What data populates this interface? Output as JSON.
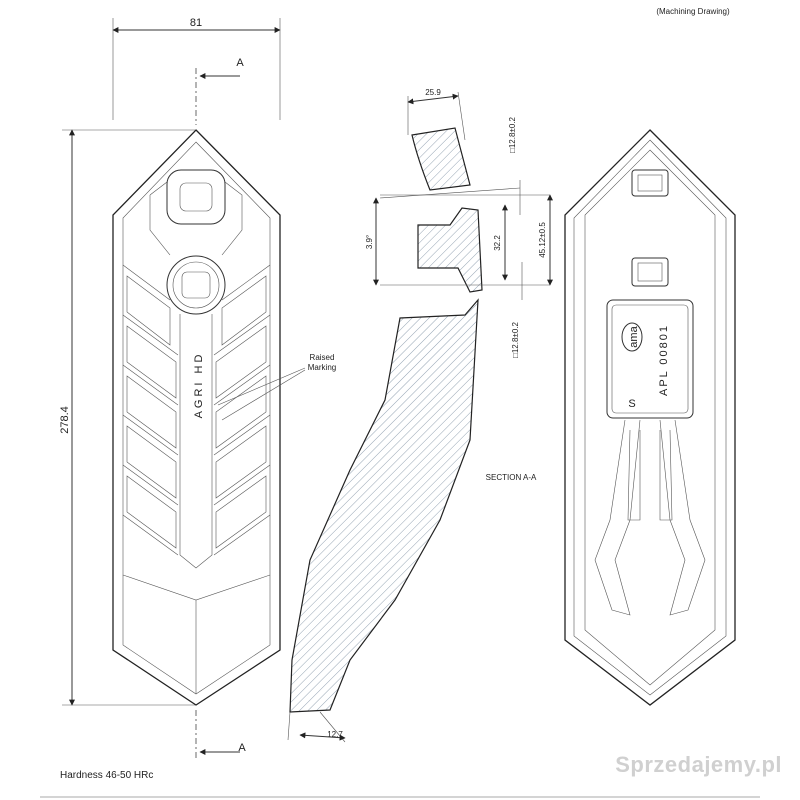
{
  "title_note": "(Machining Drawing)",
  "front_view": {
    "width_dim": "81",
    "height_dim": "278.4",
    "section_top": "A",
    "section_bottom": "A",
    "raised_text": "AGRI HD",
    "raised_marking_label": "Raised\nMarking"
  },
  "section_view": {
    "title": "SECTION A-A",
    "dim_top": "25.9",
    "dim_hole_top": "□12.8±0.2",
    "dim_hole_bottom": "□12.8±0.2",
    "dim_angle": "3.9°",
    "dim_center": "32.2",
    "dim_overall": "45.12±0.5",
    "dim_tip": "12.7"
  },
  "back_view": {
    "logo_text": "ama",
    "part_number": "APL 00801"
  },
  "footer": {
    "hardness": "Hardness 46-50 HRc"
  },
  "watermark": "Sprzedajemy.pl",
  "colors": {
    "line": "#222222",
    "hatch": "#7a8ca0",
    "watermark": "#d0d0d0"
  }
}
